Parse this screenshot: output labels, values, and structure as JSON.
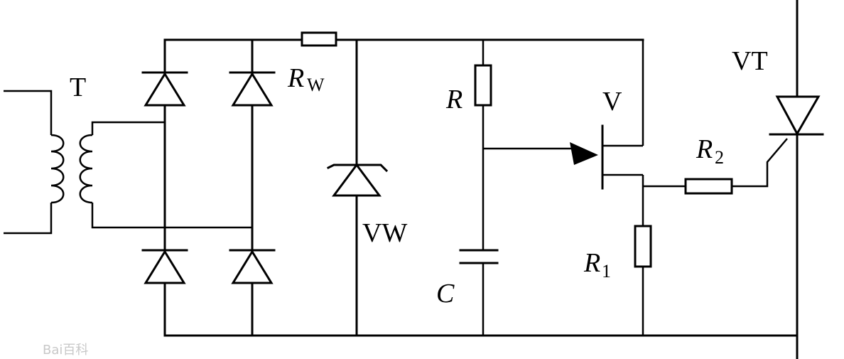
{
  "labels": {
    "transformer": "T",
    "rw_main": "R",
    "rw_sub": "W",
    "zener": "VW",
    "resistor_r": "R",
    "capacitor": "C",
    "transistor": "V",
    "r1_main": "R",
    "r1_sub": "1",
    "r2_main": "R",
    "r2_sub": "2",
    "thyristor": "VT"
  },
  "watermark": "Bai百科"
}
